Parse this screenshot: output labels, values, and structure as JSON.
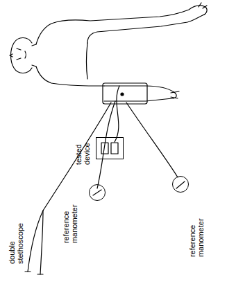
{
  "diagram": {
    "nodes": [
      {
        "text": [
          "tested device"
        ]
      },
      {
        "text": [
          "reference manometer"
        ]
      },
      {
        "text": [
          "reference manometer"
        ]
      }
    ],
    "labels": [
      "double stethoscope"
    ]
  }
}
